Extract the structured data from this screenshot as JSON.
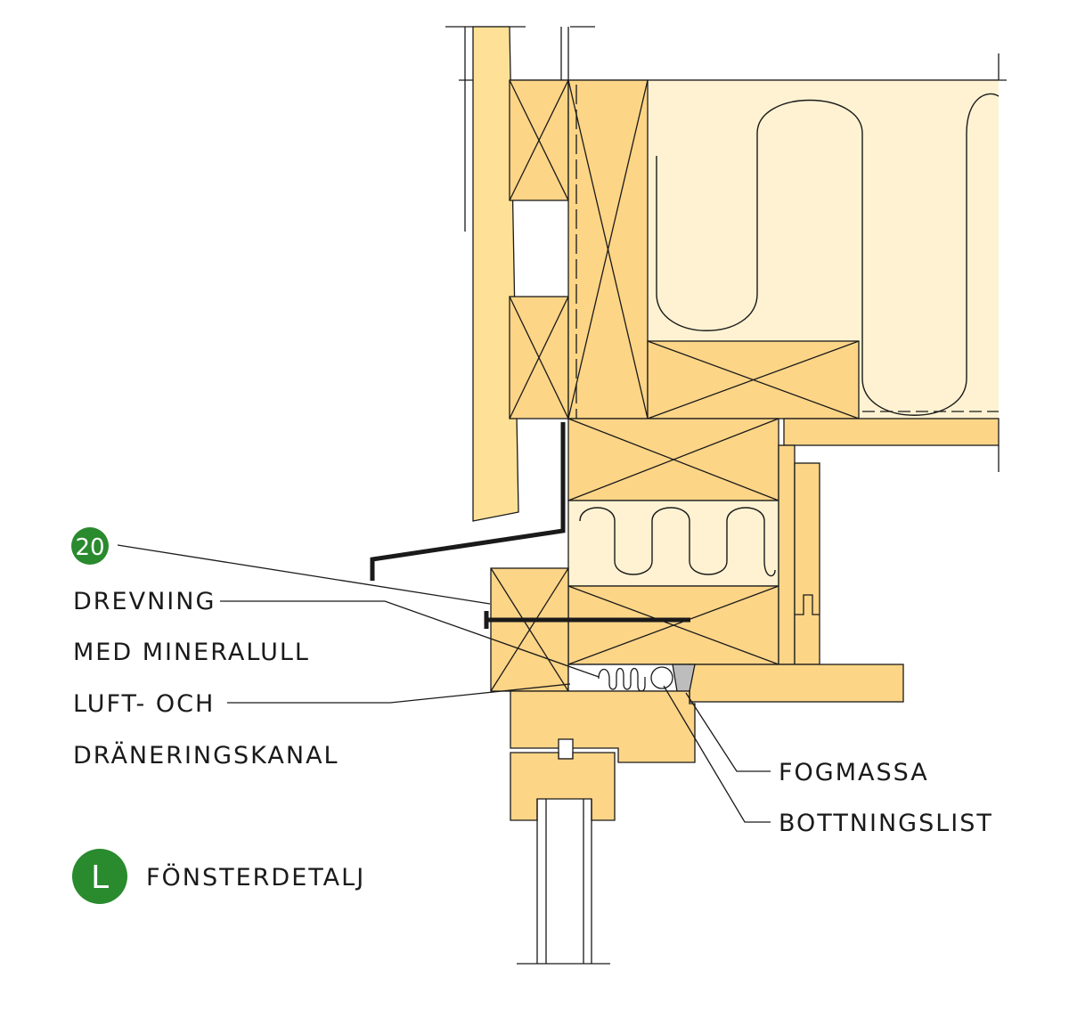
{
  "labels": {
    "badge_number": "20",
    "drevning": "DREVNING",
    "med_mineralull": "MED MINERALULL",
    "luft_och": "LUFT- OCH",
    "draneringskanal": "DRÄNERINGSKANAL",
    "fogmassa": "FOGMASSA",
    "bottningslist": "BOTTNINGSLIST",
    "detail_letter": "L",
    "detail_title": "FÖNSTERDETALJ"
  },
  "colors": {
    "timber": "#fdd587",
    "timber_light": "#feedc4",
    "insulation": "#fef2d2",
    "cladding": "#fee196",
    "badge_green": "#2a8a2e",
    "line": "#1a1a1a",
    "sealant": "#bdbdbd"
  }
}
